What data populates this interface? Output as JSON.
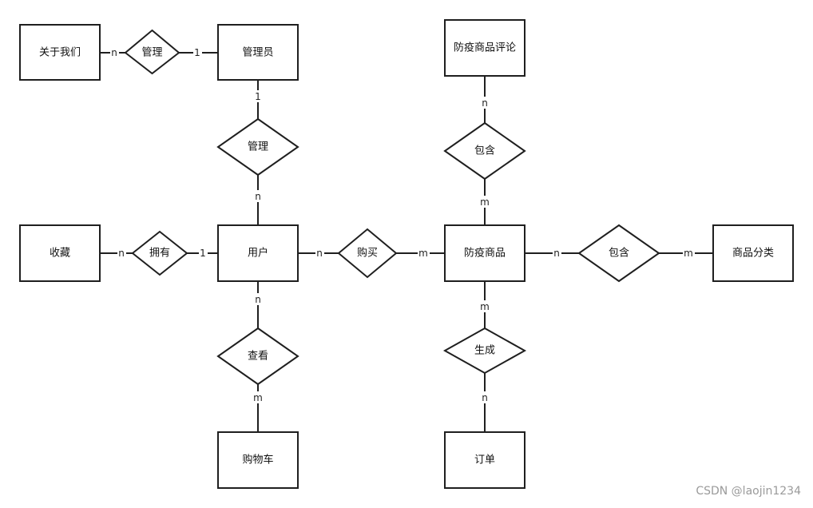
{
  "entities": {
    "about": "关于我们",
    "admin": "管理员",
    "review": "防疫商品评论",
    "favorite": "收藏",
    "user": "用户",
    "product": "防疫商品",
    "category": "商品分类",
    "cart": "购物车",
    "order": "订单"
  },
  "relations": {
    "manage_about": "管理",
    "manage_user": "管理",
    "own": "拥有",
    "buy": "购买",
    "contain_review": "包含",
    "contain_category": "包含",
    "view": "查看",
    "generate": "生成"
  },
  "cardinality": {
    "about_manage": "n",
    "manage_admin": "1",
    "admin_manage": "1",
    "manage_user": "n",
    "favorite_own": "n",
    "own_user": "1",
    "user_buy": "n",
    "buy_product": "m",
    "review_contain": "n",
    "contain_product": "m",
    "product_contain": "n",
    "contain_category": "m",
    "user_view": "n",
    "view_cart": "m",
    "product_generate": "m",
    "generate_order": "n"
  },
  "watermark": "CSDN @laojin1234"
}
